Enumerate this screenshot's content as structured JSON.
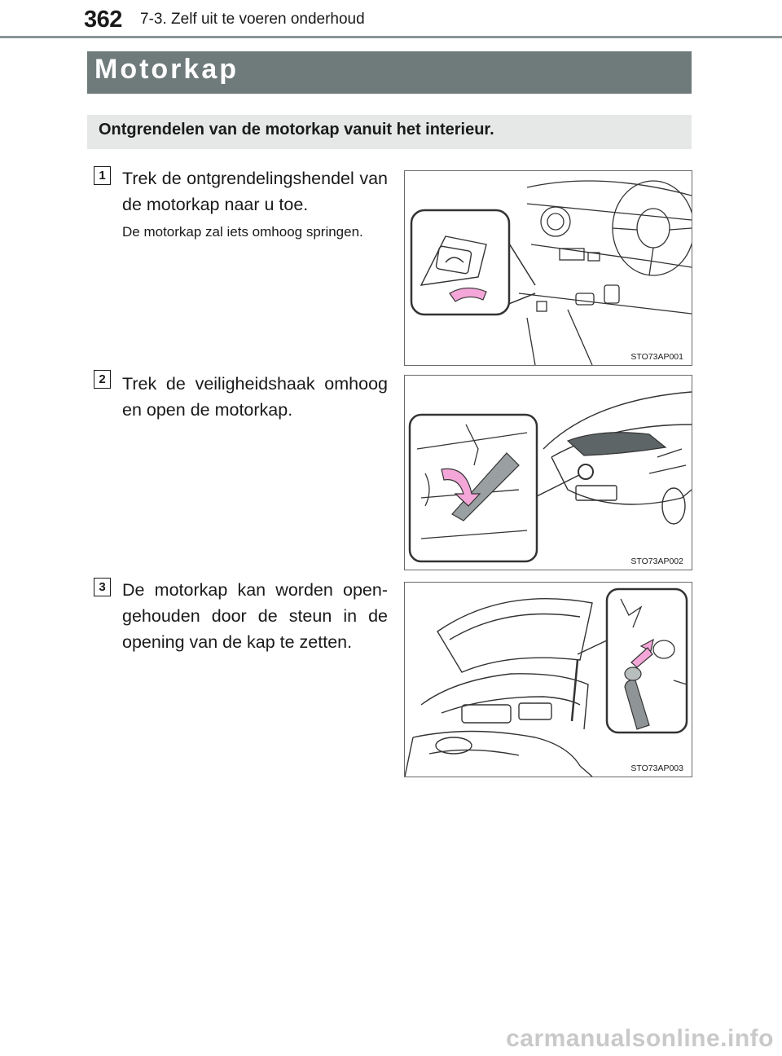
{
  "header": {
    "page_number": "362",
    "chapter": "7-3. Zelf uit te voeren onderhoud"
  },
  "section": {
    "title": "Motorkap",
    "subtitle": "Ontgrendelen van de motorkap vanuit het interieur."
  },
  "steps": [
    {
      "number": "1",
      "text": "Trek de ontgrendelingshendel van de motorkap naar u toe.",
      "note": "De motorkap zal iets omhoog springen.",
      "figure_code": "STO73AP001"
    },
    {
      "number": "2",
      "text": "Trek de veiligheidshaak omhoog en open de motorkap.",
      "figure_code": "STO73AP002"
    },
    {
      "number": "3",
      "text": "De motorkap kan worden open-gehouden door de steun in de opening van de kap te zetten.",
      "figure_code": "STO73AP003"
    }
  ],
  "watermark": "carmanualsonline.info",
  "colors": {
    "section_bar": "#6f7a7b",
    "subsection_bar": "#e6e8e8",
    "arrow_pink": "#f4a6d8"
  }
}
